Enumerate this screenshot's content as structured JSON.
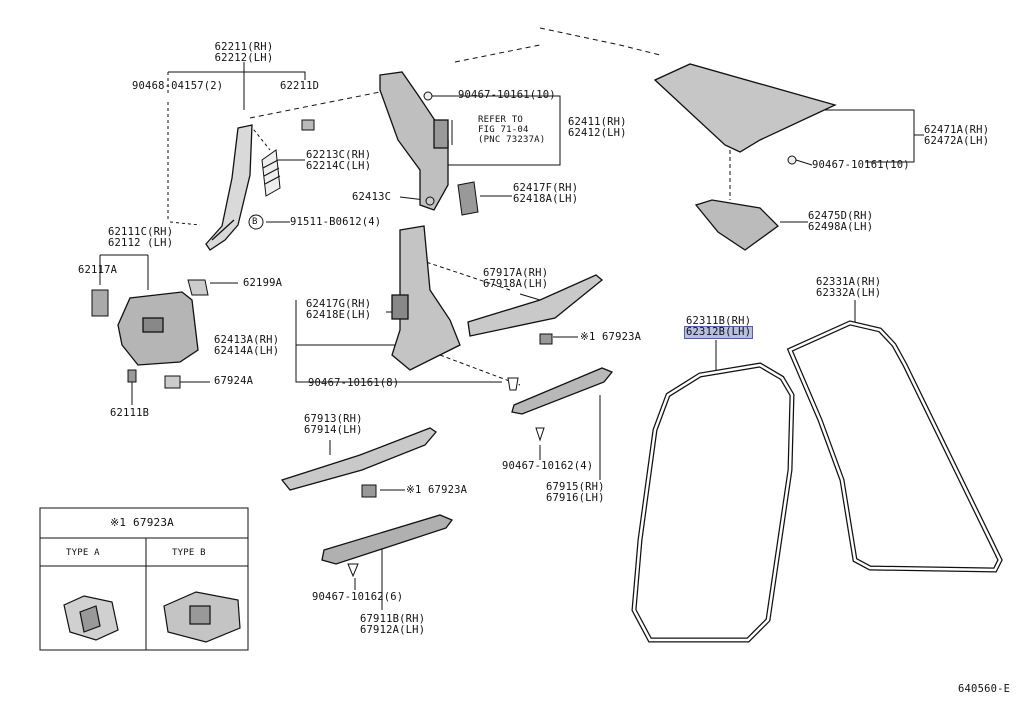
{
  "labels": {
    "p62211": [
      "62211(RH)",
      "62212(LH)"
    ],
    "p90468": "90468-04157(2)",
    "p62211d": "62211D",
    "p62213": [
      "62213C(RH)",
      "62214C(LH)"
    ],
    "p91511": "91511-B0612(4)",
    "b_mark": "B",
    "p62111": [
      "62111C(RH)",
      "62112 (LH)"
    ],
    "p62117": "62117A",
    "p62199": "62199A",
    "p62413a": [
      "62413A(RH)",
      "62414A(LH)"
    ],
    "p67924": "67924A",
    "p62111b": "62111B",
    "p90467_10": "90467-10161(10)",
    "refer": [
      "REFER TO",
      "FIG 71-04",
      "(PNC 73237A)"
    ],
    "p62411": [
      "62411(RH)",
      "62412(LH)"
    ],
    "p62413c": "62413C",
    "p62417f": [
      "62417F(RH)",
      "62418A(LH)"
    ],
    "p62417g": [
      "62417G(RH)",
      "62418E(LH)"
    ],
    "p67917": [
      "67917A(RH)",
      "67918A(LH)"
    ],
    "p67923_a": "※1 67923A",
    "p90467_8": "90467-10161(8)",
    "p67913": [
      "67913(RH)",
      "67914(LH)"
    ],
    "p67923_b": "※1 67923A",
    "p90467_4": "90467-10162(4)",
    "p67915": [
      "67915(RH)",
      "67916(LH)"
    ],
    "p90467_6": "90467-10162(6)",
    "p67911": [
      "67911B(RH)",
      "67912A(LH)"
    ],
    "p62471": [
      "62471A(RH)",
      "62472A(LH)"
    ],
    "p90467_10b": "90467-10161(10)",
    "p62475": [
      "62475D(RH)",
      "62498A(LH)"
    ],
    "p62331": [
      "62331A(RH)",
      "62332A(LH)"
    ],
    "p62311": [
      "62311B(RH)",
      "62312B(LH)"
    ],
    "figure_no": "640560-E"
  },
  "legend_box": {
    "title": "※1 67923A",
    "type_a": "TYPE A",
    "type_b": "TYPE B"
  },
  "colors": {
    "highlight_fill": "#b7bfe0",
    "highlight_border": "#55609a",
    "line": "#111111",
    "part_shade": "#6b6b6b"
  }
}
